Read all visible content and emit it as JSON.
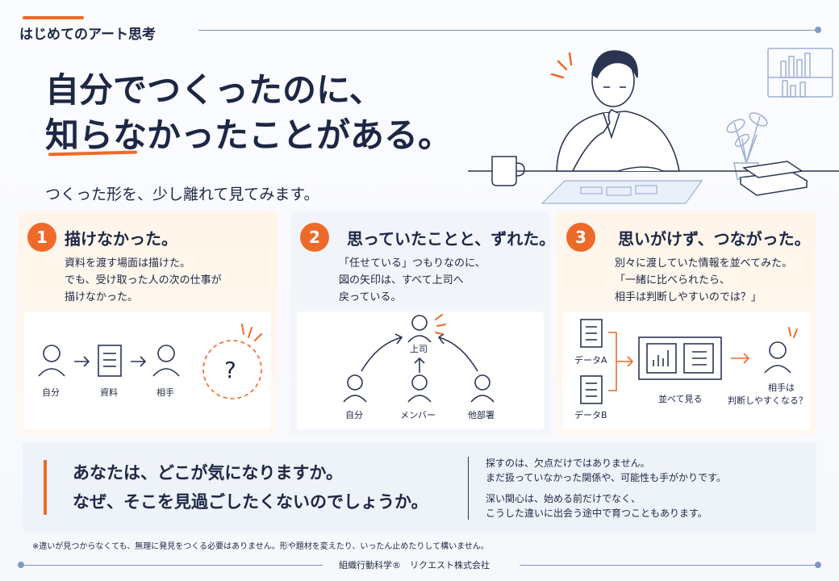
{
  "header": {
    "brand": "はじめてのアート思考",
    "headline_line1": "自分でつくったのに、",
    "headline_line2": "知らなかったことがある。",
    "subhead": "つくった形を、少し離れて見てみます。"
  },
  "cards": [
    {
      "number": "1",
      "title": "描けなかった。",
      "desc": [
        "資料を渡す場面は描けた。",
        "でも、受け取った人の次の仕事が",
        "描けなかった。"
      ],
      "labels": {
        "self": "自分",
        "doc": "資料",
        "partner": "相手",
        "question": "?"
      }
    },
    {
      "number": "2",
      "title": "思っていたことと、ずれた。",
      "desc": [
        "「任せている」つもりなのに、",
        "図の矢印は、すべて上司へ",
        "戻っている。"
      ],
      "labels": {
        "boss": "上司",
        "self": "自分",
        "member": "メンバー",
        "other": "他部署"
      }
    },
    {
      "number": "3",
      "title": "思いがけず、つながった。",
      "desc": [
        "別々に渡していた情報を並べてみた。",
        "「一緒に比べられたら、",
        "相手は判断しやすいのでは？」"
      ],
      "labels": {
        "dataA": "データA",
        "dataB": "データB",
        "compare": "並べて見る",
        "partner1": "相手は",
        "partner2": "判断しやすくなる？"
      }
    }
  ],
  "question": {
    "line1": "あなたは、どこが気になりますか。",
    "line2": "なぜ、そこを見過ごしたくないのでしょうか。",
    "note1": "探すのは、欠点だけではありません。",
    "note2": "まだ扱っていなかった関係や、可能性も手がかりです。",
    "note3": "深い関心は、始める前だけでなく、",
    "note4": "こうした違いに出会う途中で育つこともあります。"
  },
  "footnote": "※違いが見つからなくても、無理に発見をつくる必要はありません。形や題材を変えたり、いったん止めたりして構いません。",
  "footer": "組織行動科学®　リクエスト株式会社",
  "colors": {
    "accent": "#ee6a2a",
    "navy": "#1d2745",
    "line": "#7f98c2"
  }
}
